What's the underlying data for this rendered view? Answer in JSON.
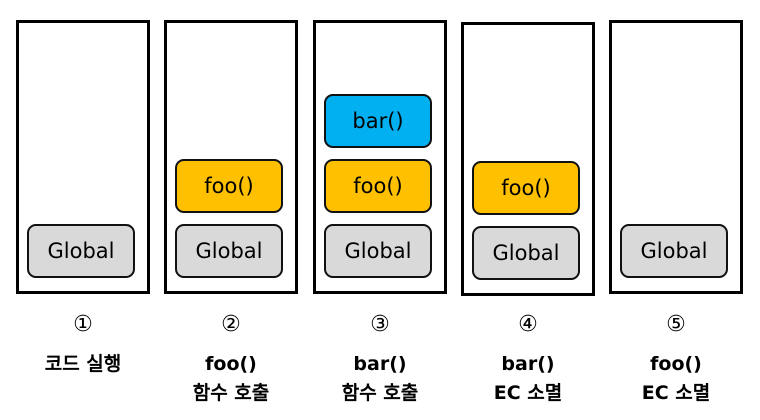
{
  "colors": {
    "global": "#d9d9d9",
    "foo": "#ffc000",
    "bar": "#00b0f0"
  },
  "steps": [
    {
      "number": "①",
      "frames": [
        "Global"
      ],
      "label": [
        "코드 실행"
      ]
    },
    {
      "number": "②",
      "frames": [
        "Global",
        "foo()"
      ],
      "label": [
        "foo()",
        "함수 호출"
      ]
    },
    {
      "number": "③",
      "frames": [
        "Global",
        "foo()",
        "bar()"
      ],
      "label": [
        "bar()",
        "함수 호출"
      ]
    },
    {
      "number": "④",
      "frames": [
        "Global",
        "foo()"
      ],
      "label": [
        "bar()",
        "EC 소멸"
      ]
    },
    {
      "number": "⑤",
      "frames": [
        "Global"
      ],
      "label": [
        "foo()",
        "EC 소멸"
      ]
    }
  ]
}
